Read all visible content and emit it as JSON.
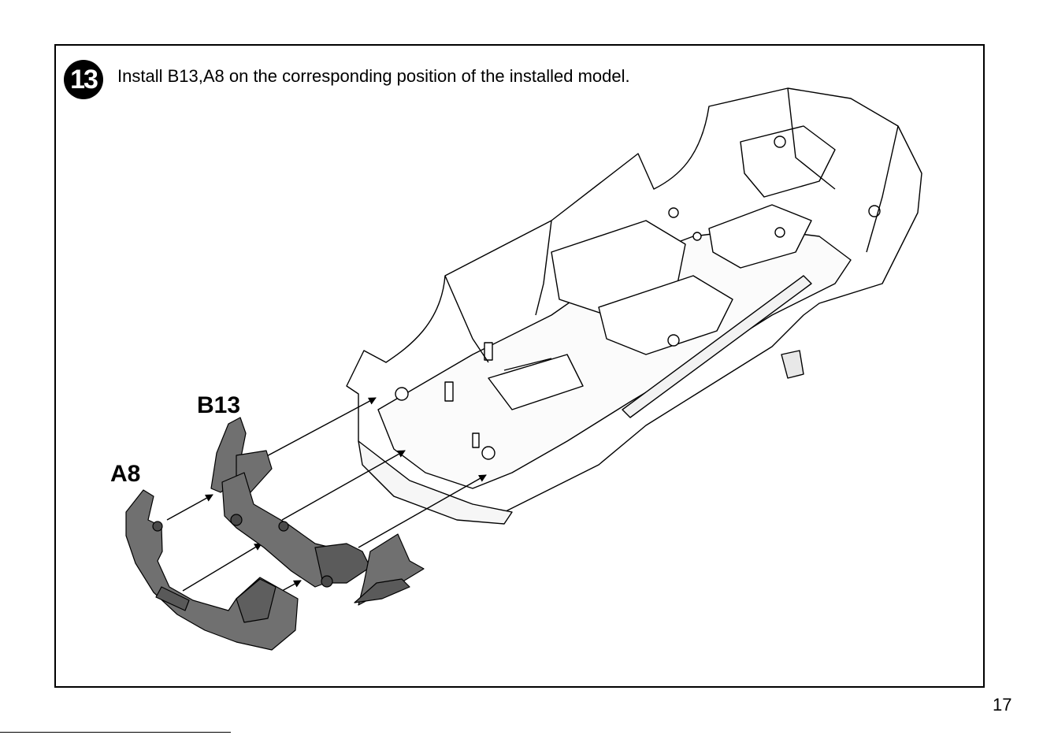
{
  "step": {
    "number": "13",
    "instruction": "Install B13,A8 on the corresponding position of the installed model."
  },
  "parts": {
    "b13_label": "B13",
    "a8_label": "A8"
  },
  "page": {
    "number": "17"
  },
  "colors": {
    "part_fill": "#6f6f6f",
    "part_dark": "#3e3e3e",
    "line": "#000000"
  }
}
